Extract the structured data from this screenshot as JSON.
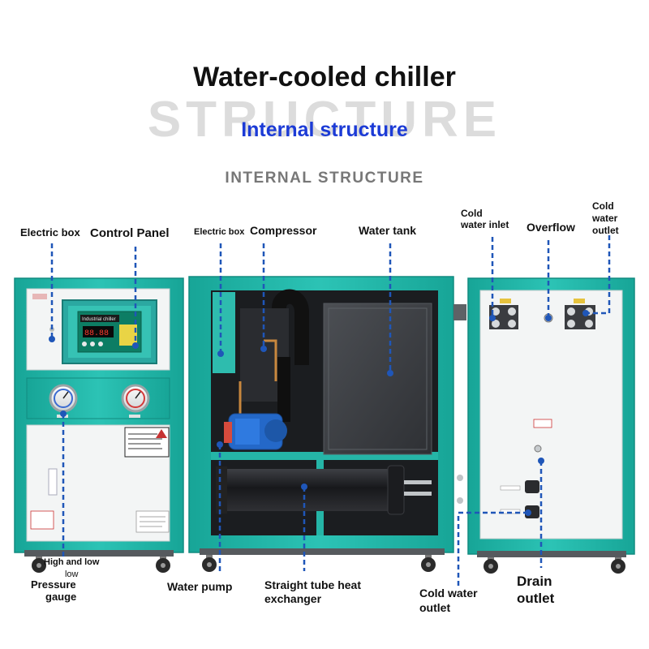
{
  "header": {
    "title": "Water-cooled chiller",
    "watermark": "STRUCTURE",
    "subtitle": "Internal structure",
    "subtitle_en": "INTERNAL STRUCTURE"
  },
  "machine": {
    "panel_display_title": "Industrial chiller",
    "panel_display_digits": "88.88",
    "gauge_caption": "High and low"
  },
  "labels": {
    "electric_box_left": "Electric box",
    "control_panel": "Control Panel",
    "pressure_gauge_line1": "Pressure",
    "pressure_gauge_line2": "gauge",
    "electric_box_mid": "Electric box",
    "compressor": "Compressor",
    "water_tank": "Water tank",
    "water_pump": "Water pump",
    "heat_exchanger_line1": "Straight tube heat",
    "heat_exchanger_line2": "exchanger",
    "cold_water_inlet_line1": "Cold",
    "cold_water_inlet_line2": "water inlet",
    "overflow": "Overflow",
    "cold_water_outlet_top_line1": "Cold",
    "cold_water_outlet_top_line2": "water",
    "cold_water_outlet_top_line3": "outlet",
    "cold_water_outlet_bottom_line1": "Cold water",
    "cold_water_outlet_bottom_line2": "outlet",
    "drain_outlet_line1": "Drain",
    "drain_outlet_line2": "outlet"
  },
  "colors": {
    "cabinet_teal": "#22b5a8",
    "cabinet_white": "#f4f6f6",
    "leader_line_blue": "#1f56b8",
    "subtitle_blue": "#1c3bd6",
    "pump_blue": "#2468c8"
  }
}
